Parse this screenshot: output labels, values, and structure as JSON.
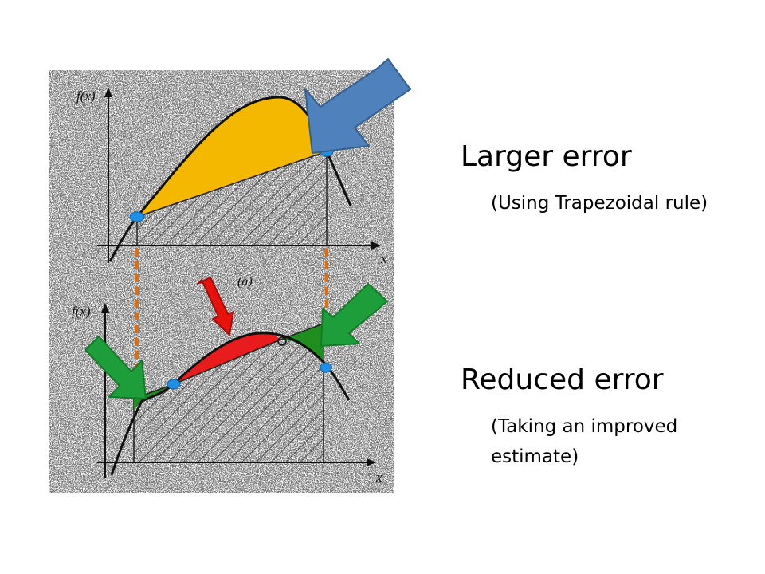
{
  "figure": {
    "y_axis_label": "f(x)",
    "x_axis_label": "x",
    "panel_label": "(a)"
  },
  "captions": {
    "larger_error": {
      "heading": "Larger error",
      "detail": "(Using Trapezoidal rule)"
    },
    "reduced_error": {
      "heading": "Reduced error",
      "detail": "(Taking an improved estimate)"
    }
  },
  "colors": {
    "error_region_top": "#F5B800",
    "error_region_bottom_positive": "#E81C1C",
    "error_region_bottom_negative": "#1E8E1E",
    "arrow_blue": "#4F81BD",
    "arrow_red": "#E8120C",
    "arrow_green": "#1E9E3A",
    "dashed_guides": "#E36C09",
    "sample_points": "#1E90E8"
  },
  "icons": [
    "arrow-blue-icon",
    "arrow-red-icon",
    "arrow-green-left-icon",
    "arrow-green-right-icon"
  ]
}
